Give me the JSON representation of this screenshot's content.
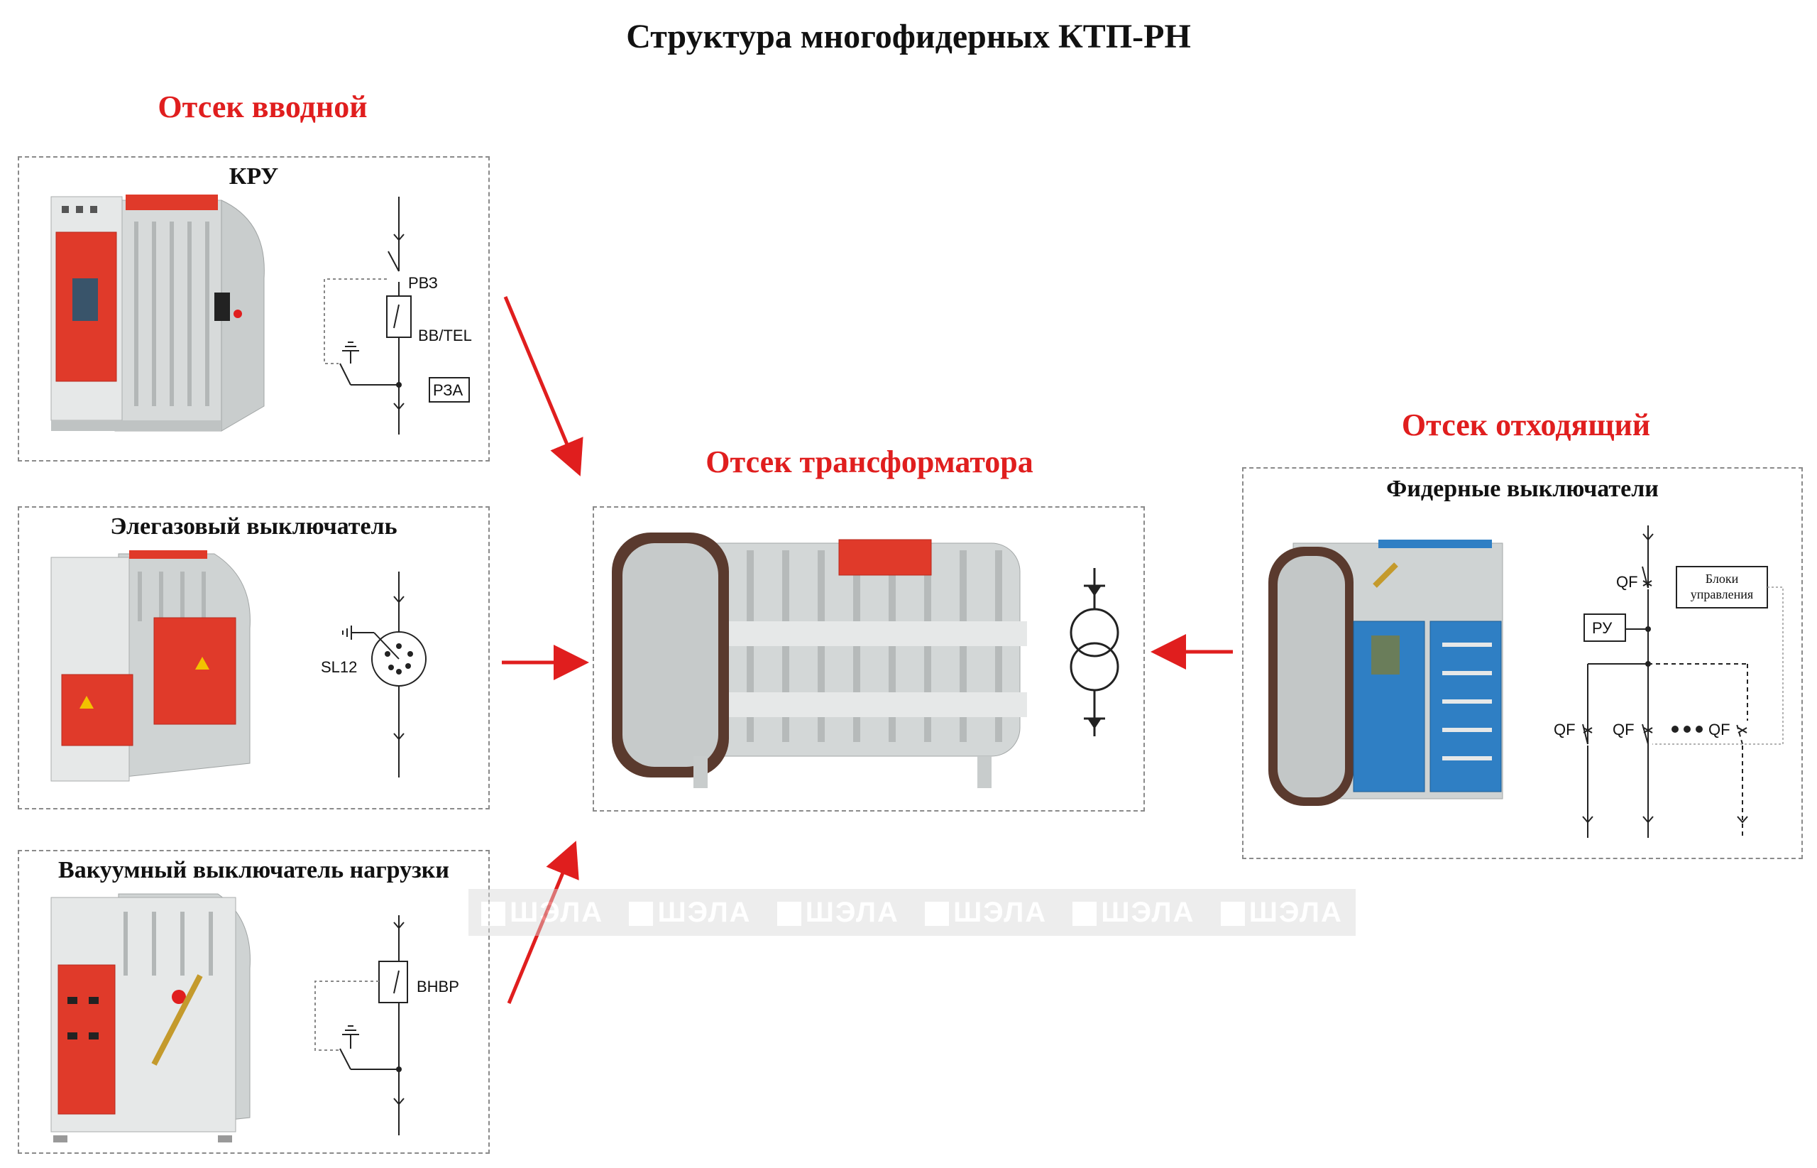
{
  "title": "Структура многофидерных КТП-РН",
  "sections": {
    "input": "Отсек вводной",
    "transformer": "Отсек трансформатора",
    "output": "Отсек отходящий"
  },
  "boxes": {
    "kru": {
      "caption": "КРУ",
      "labels": {
        "rvz": "РВЗ",
        "vv": "ВВ/TEL",
        "rza": "РЗА"
      }
    },
    "sf6": {
      "caption": "Элегазовый выключатель",
      "labels": {
        "sl": "SL12"
      }
    },
    "vac": {
      "caption": "Вакуумный выключатель нагрузки",
      "labels": {
        "vnvr": "ВНВР"
      }
    },
    "feeder": {
      "caption": "Фидерные выключатели",
      "labels": {
        "qf": "QF",
        "ru": "РУ",
        "ctrl1": "Блоки",
        "ctrl2": "управления"
      }
    }
  },
  "watermark": [
    "ШЭЛА",
    "ШЭЛА",
    "ШЭЛА",
    "ШЭЛА",
    "ШЭЛА",
    "ШЭЛА"
  ],
  "colors": {
    "accent": "#e01e1e",
    "cabinet": "#d9dcdc",
    "panel_red": "#e03a2a",
    "panel_blue": "#2f7fc4",
    "flange": "#5a3a2e"
  }
}
